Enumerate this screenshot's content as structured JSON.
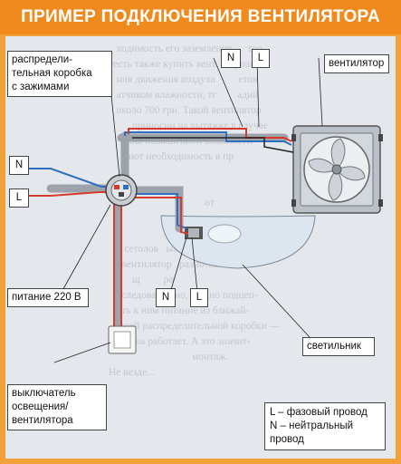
{
  "title": "ПРИМЕР ПОДКЛЮЧЕНИЯ ВЕНТИЛЯТОРА",
  "labels": {
    "junction_box": "распредели-\nтельная коробка\nс зажимами",
    "fan": "вентилятор",
    "n_top": "N",
    "l_top": "L",
    "n_left": "N",
    "l_left": "L",
    "power": "питание 220 В",
    "n_bottom": "N",
    "l_bottom": "L",
    "lamp": "светильник",
    "switch": "выключатель\nосвещения/\nвентилятора",
    "legend_l": "L – фазовый провод",
    "legend_n": "N – нейтральный провод"
  },
  "colors": {
    "header": "#f08a1c",
    "phase_wire": "#d63a2e",
    "neutral_wire": "#2f6fc0",
    "panel": "#e4e7ec"
  }
}
